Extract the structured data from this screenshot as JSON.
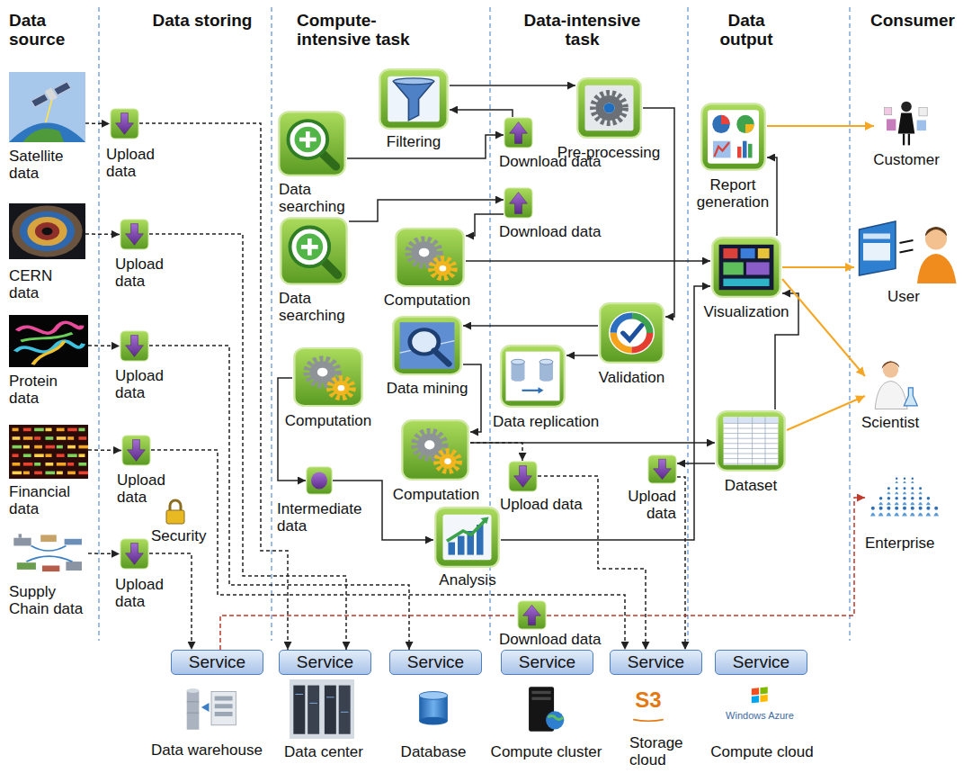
{
  "diagram": {
    "nodes": [
      {
        "text": [
          "Satellite data"
        ]
      },
      {
        "text": [
          "CERN data"
        ]
      },
      {
        "text": [
          "Protein data"
        ]
      },
      {
        "text": [
          "Financial data"
        ]
      },
      {
        "text": [
          "Supply Chain data"
        ]
      },
      {
        "text": [
          "Upload data"
        ]
      },
      {
        "text": [
          "Upload data"
        ]
      },
      {
        "text": [
          "Upload data"
        ]
      },
      {
        "text": [
          "Upload data"
        ]
      },
      {
        "text": [
          "Upload data"
        ]
      },
      {
        "text": [
          "Filtering"
        ]
      },
      {
        "text": [
          "Data searching"
        ]
      },
      {
        "text": [
          "Pre-processing"
        ]
      },
      {
        "text": [
          "Download data"
        ]
      },
      {
        "text": [
          "Download data"
        ]
      },
      {
        "text": [
          "Data searching"
        ]
      },
      {
        "text": [
          "Computation"
        ]
      },
      {
        "text": [
          "Report generation"
        ]
      },
      {
        "text": [
          "Visualization"
        ]
      },
      {
        "text": [
          "Validation"
        ]
      },
      {
        "text": [
          "Data mining"
        ]
      },
      {
        "text": [
          "Computation"
        ]
      },
      {
        "text": [
          "Data replication"
        ]
      },
      {
        "text": [
          "Computation"
        ]
      },
      {
        "text": [
          "Dataset"
        ]
      },
      {
        "text": [
          "Upload data"
        ]
      },
      {
        "text": [
          "Upload data"
        ]
      },
      {
        "text": [
          "Intermediate data"
        ]
      },
      {
        "text": [
          "Analysis"
        ]
      },
      {
        "text": [
          "Download data"
        ]
      },
      {
        "text": [
          "Service"
        ]
      },
      {
        "text": [
          "Service"
        ]
      },
      {
        "text": [
          "Service"
        ]
      },
      {
        "text": [
          "Service"
        ]
      },
      {
        "text": [
          "Service"
        ]
      },
      {
        "text": [
          "Service"
        ]
      },
      {
        "text": [
          "Data warehouse"
        ]
      },
      {
        "text": [
          "Data center"
        ]
      },
      {
        "text": [
          "Database"
        ]
      },
      {
        "text": [
          "Compute cluster"
        ]
      },
      {
        "text": [
          "Storage cloud"
        ]
      },
      {
        "text": [
          "Compute cloud"
        ]
      },
      {
        "text": [
          "Customer"
        ]
      },
      {
        "text": [
          "User"
        ]
      },
      {
        "text": [
          "Scientist"
        ]
      },
      {
        "text": [
          "Enterprise"
        ]
      }
    ],
    "edges": [
      {
        "from": 0,
        "to": 5,
        "arrow": "to"
      },
      {
        "from": 1,
        "to": 6,
        "arrow": "to"
      },
      {
        "from": 2,
        "to": 7,
        "arrow": "to"
      },
      {
        "from": 3,
        "to": 8,
        "arrow": "to"
      },
      {
        "from": 4,
        "to": 9,
        "arrow": "to"
      },
      {
        "from": 5,
        "to": 31,
        "arrow": "to"
      },
      {
        "from": 6,
        "to": 31,
        "arrow": "to"
      },
      {
        "from": 7,
        "to": 32,
        "arrow": "to"
      },
      {
        "from": 8,
        "to": 34,
        "arrow": "to"
      },
      {
        "from": 9,
        "to": 30,
        "arrow": "to"
      },
      {
        "from": 11,
        "to": 13,
        "arrow": "to"
      },
      {
        "from": 13,
        "to": 10,
        "arrow": "to"
      },
      {
        "from": 10,
        "to": 12,
        "arrow": "to"
      },
      {
        "from": 15,
        "to": 14,
        "arrow": "to"
      },
      {
        "from": 14,
        "to": 16,
        "arrow": "to"
      },
      {
        "from": 12,
        "to": 19,
        "arrow": "to"
      },
      {
        "from": 16,
        "to": 18,
        "arrow": "to"
      },
      {
        "from": 19,
        "to": 20,
        "arrow": "to"
      },
      {
        "from": 19,
        "to": 22,
        "arrow": "to"
      },
      {
        "from": 20,
        "to": 23,
        "arrow": "to"
      },
      {
        "from": 21,
        "to": 27,
        "arrow": "to"
      },
      {
        "from": 23,
        "to": 24,
        "arrow": "to"
      },
      {
        "from": 23,
        "to": 25,
        "arrow": "to"
      },
      {
        "from": 27,
        "to": 28,
        "arrow": "to"
      },
      {
        "from": 28,
        "to": 18,
        "arrow": "to"
      },
      {
        "from": 24,
        "to": 26,
        "arrow": "to"
      },
      {
        "from": 24,
        "to": 18,
        "arrow": "to"
      },
      {
        "from": 18,
        "to": 17,
        "arrow": "to"
      },
      {
        "from": 25,
        "to": 34,
        "arrow": "to"
      },
      {
        "from": 26,
        "to": 34,
        "arrow": "to"
      },
      {
        "from": 30,
        "to": 29,
        "arrow": "none"
      },
      {
        "from": 29,
        "to": 45,
        "arrow": "to"
      },
      {
        "from": 17,
        "to": 42,
        "arrow": "to"
      },
      {
        "from": 18,
        "to": 43,
        "arrow": "to"
      },
      {
        "from": 18,
        "to": 44,
        "arrow": "to"
      },
      {
        "from": 24,
        "to": 44,
        "arrow": "to"
      }
    ],
    "labels": [
      "Data source",
      "Data storing",
      "Compute-intensive task",
      "Data-intensive task",
      "Data output",
      "Consumer",
      "Security",
      "S3",
      "Windows Azure"
    ]
  }
}
